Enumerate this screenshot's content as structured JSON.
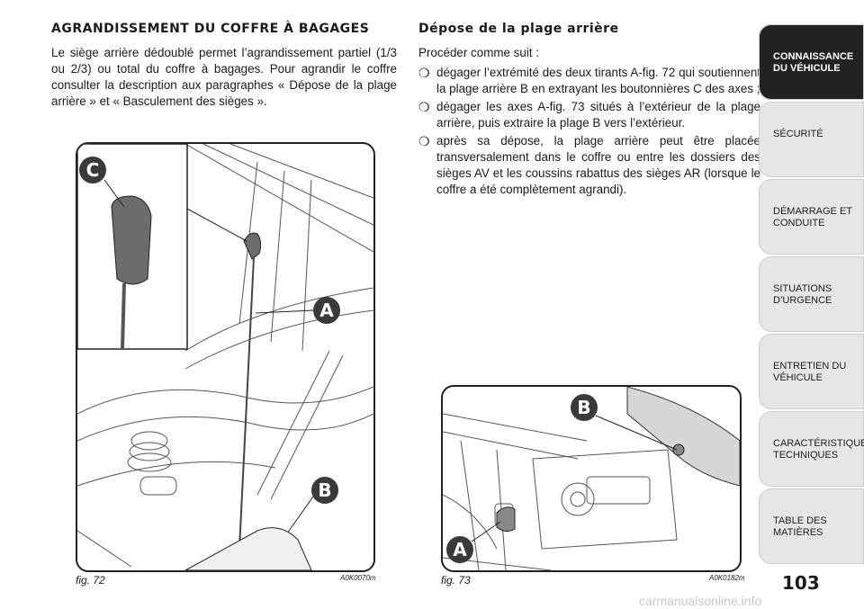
{
  "left_column": {
    "heading": "AGRANDISSEMENT DU COFFRE À BAGAGES",
    "paragraph": "Le siège arrière dédoublé permet l’agrandissement partiel (1/3 ou 2/3) ou total du coffre à bagages. Pour agrandir le coffre consulter la description aux paragraphes « Dépose de la plage arrière » et « Basculement des sièges »."
  },
  "right_column": {
    "heading": "Dépose de la plage arrière",
    "intro": "Procéder comme suit :",
    "bullet_symbol": "❍",
    "bullets": [
      "dégager l’extrémité des deux tirants A-fig. 72 qui soutiennent la plage arrière B en extrayant les boutonnières C des axes ;",
      "dégager les axes A-fig. 73 situés à l’extérieur de la plage arrière, puis extraire la plage B vers l’extérieur.",
      "après sa dépose, la plage arrière peut être placée transversalement dans le coffre ou entre les dossiers des sièges AV et les coussins rabattus des sièges AR (lorsque le coffre a été complètement agrandi)."
    ]
  },
  "figures": {
    "fig72": {
      "caption": "fig. 72",
      "code": "A0K0070m",
      "labels": [
        "C",
        "A",
        "B"
      ]
    },
    "fig73": {
      "caption": "fig. 73",
      "code": "A0K0182m",
      "labels": [
        "B",
        "A"
      ]
    }
  },
  "sidebar": {
    "tabs": [
      {
        "label": "CONNAISSANCE DU VÉHICULE",
        "active": true
      },
      {
        "label": "SÉCURITÉ",
        "active": false
      },
      {
        "label": "DÉMARRAGE ET CONDUITE",
        "active": false
      },
      {
        "label": "SITUATIONS D’URGENCE",
        "active": false
      },
      {
        "label": "ENTRETIEN DU VÉHICULE",
        "active": false
      },
      {
        "label": "CARACTÉRISTIQUES TECHNIQUES",
        "active": false
      },
      {
        "label": "TABLE DES MATIÈRES",
        "active": false
      }
    ]
  },
  "page_number": "103",
  "watermark": "carmanualsonline.info"
}
